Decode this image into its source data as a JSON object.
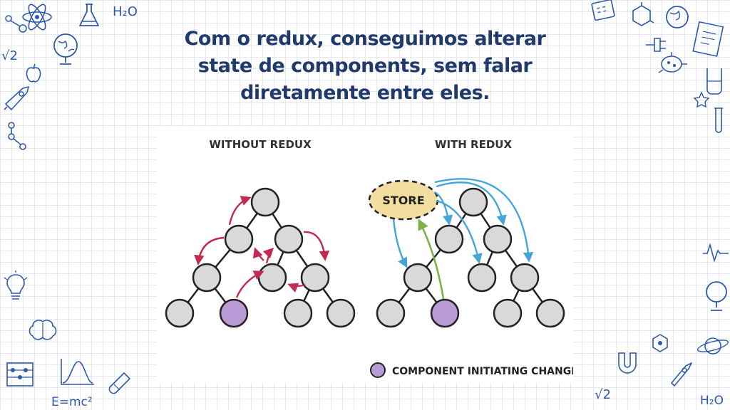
{
  "title_lines": [
    "Com o redux, conseguimos alterar",
    "state de components, sem falar",
    "diretamente entre eles."
  ],
  "diagram": {
    "left_heading": "WITHOUT REDUX",
    "right_heading": "WITH REDUX",
    "store_label": "STORE",
    "legend_label": "COMPONENT INITIATING CHANGE"
  },
  "decorations": {
    "h2o": "H₂O",
    "sqrt2": "√2",
    "emc2": "E=mc²"
  },
  "colors": {
    "title": "#1f3a6b",
    "node_fill": "#d9d9d9",
    "initiator_fill": "#b79ad6",
    "store_fill": "#f2dfa0",
    "red_arrow": "#c22a52",
    "blue_arrow": "#46a5d8",
    "green_arrow": "#7db34a",
    "doodle": "#2d5aa8"
  }
}
